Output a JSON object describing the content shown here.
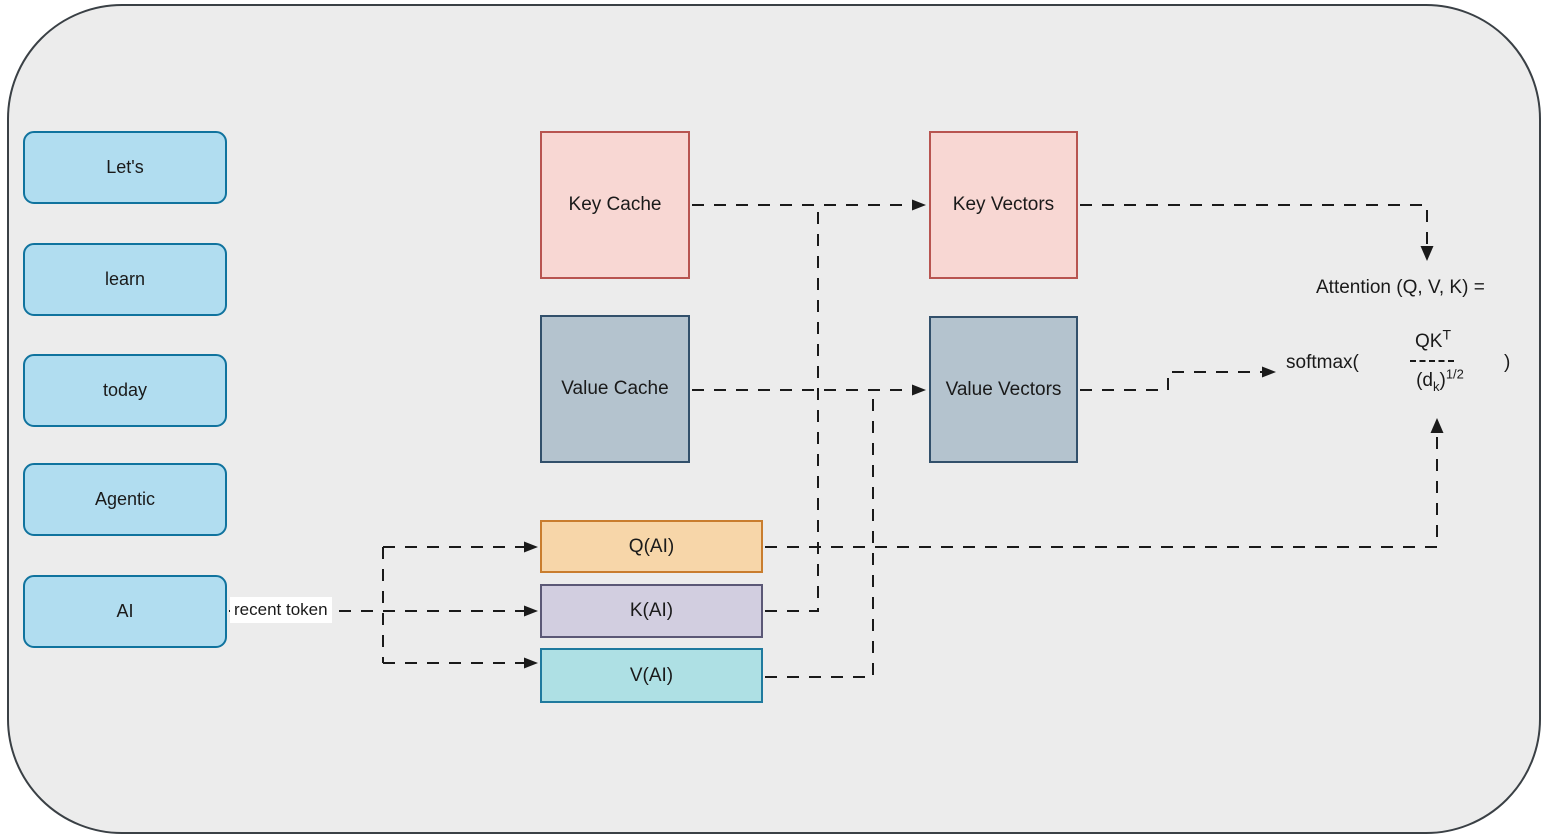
{
  "tokens": [
    "Let's",
    "learn",
    "today",
    "Agentic",
    "AI"
  ],
  "cache_boxes": {
    "key_cache": "Key Cache",
    "value_cache": "Value Cache",
    "key_vectors": "Key Vectors",
    "value_vectors": "Value Vectors"
  },
  "qkv_boxes": {
    "q": "Q(AI)",
    "k": "K(AI)",
    "v": "V(AI)"
  },
  "labels": {
    "recent_token": "recent token"
  },
  "formula": {
    "lhs": "Attention (Q, V, K) =",
    "softmax_open": "softmax(",
    "numerator_base": "QK",
    "numerator_sup": "T",
    "denom_open": "(d",
    "denom_sub": "k",
    "denom_close": ")",
    "denom_sup": "1/2",
    "close_paren": ")"
  },
  "colors": {
    "panel_bg": "#ececec",
    "panel_border": "#3a4045",
    "connector": "#1a1a1a",
    "token_fill": "#b1ddf0",
    "token_border": "#10739e",
    "key_fill": "#f8d7d3",
    "key_border": "#b85450",
    "value_fill": "#b4c3ce",
    "value_border": "#32506b",
    "q_fill": "#f7d6a9",
    "q_border": "#c97d2e",
    "k_fill": "#d2cee0",
    "k_border": "#5b5876",
    "v_fill": "#aee0e4",
    "v_border": "#1f7a9e"
  }
}
